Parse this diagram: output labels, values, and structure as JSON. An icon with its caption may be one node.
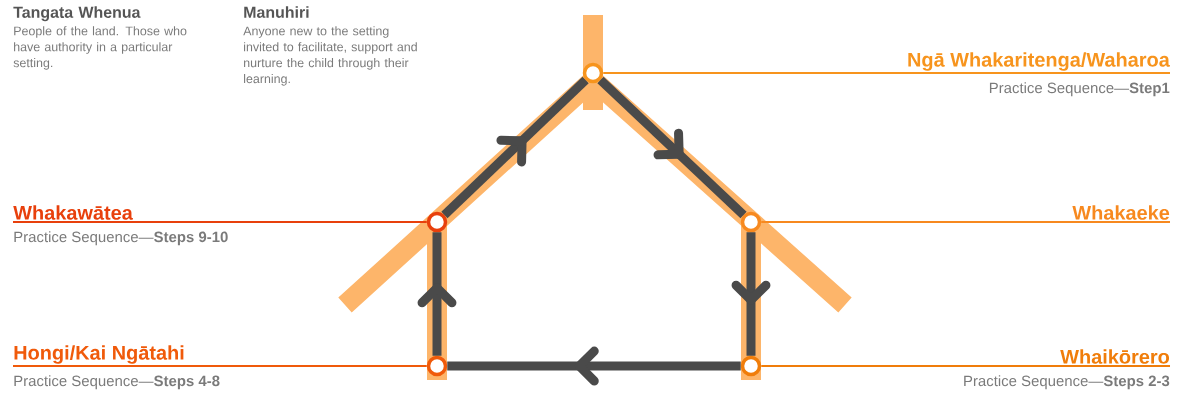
{
  "diagram": {
    "nodes": [
      {
        "text": [],
        "shape": "circle"
      },
      {
        "text": [],
        "shape": "circle"
      },
      {
        "text": [],
        "shape": "circle"
      },
      {
        "text": [],
        "shape": "circle"
      },
      {
        "text": [],
        "shape": "circle"
      },
      {
        "text": [
          "Ngā Whakaritenga/Waharoa"
        ],
        "beside": [
          "Practice Sequence—**Step1**"
        ]
      },
      {
        "text": [
          "Whakawātea"
        ],
        "beside": [
          "Practice Sequence—**Steps 9-10**"
        ]
      },
      {
        "text": [
          "Whakaeke"
        ]
      },
      {
        "text": [
          "Hongi/Kai Ngātahi"
        ],
        "beside": [
          "Practice Sequence—**Steps 4-8**"
        ]
      },
      {
        "text": [
          "Whaikōrero"
        ],
        "beside": [
          "Practice Sequence—**Steps 2-3**"
        ]
      }
    ],
    "edges": [
      {
        "from": 0,
        "to": 2,
        "arrow": "to",
        "style": "thick",
        "color": "#4a4a4a"
      },
      {
        "from": 2,
        "to": 4,
        "arrow": "to",
        "style": "thick",
        "color": "#4a4a4a"
      },
      {
        "from": 4,
        "to": 3,
        "arrow": "to",
        "style": "thick",
        "color": "#4a4a4a"
      },
      {
        "from": 3,
        "to": 1,
        "arrow": "to",
        "style": "thick",
        "color": "#4a4a4a"
      },
      {
        "from": 1,
        "to": 0,
        "arrow": "to",
        "style": "thick",
        "color": "#4a4a4a"
      },
      {
        "from": 5,
        "to": 0,
        "arrow": "none",
        "color": "#f7941d"
      },
      {
        "from": 6,
        "to": 1,
        "arrow": "none",
        "color": "#e8400c"
      },
      {
        "from": 7,
        "to": 2,
        "arrow": "none",
        "color": "#f7891f"
      },
      {
        "from": 8,
        "to": 3,
        "arrow": "none",
        "color": "#f05a0a"
      },
      {
        "from": 9,
        "to": 4,
        "arrow": "none",
        "color": "#f07d0a"
      }
    ],
    "labels": [
      "Tangata Whenua",
      "People of the land. Those who have authority in a particular setting.",
      "Manuhiri",
      "Anyone new to the setting invited to facilitate, support and nurture the child through their learning."
    ]
  }
}
